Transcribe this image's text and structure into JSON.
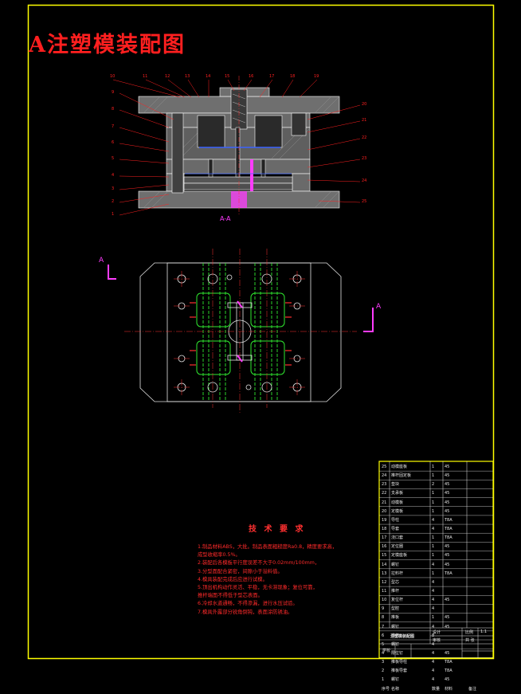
{
  "title": "A注塑模装配图",
  "section_label": "A-A",
  "section_marker": "A",
  "colors": {
    "background": "#000000",
    "border": "#ffff00",
    "red": "#ff2020",
    "magenta": "#ff3cff",
    "green": "#2fe82f",
    "white": "#e6e6e6",
    "gray": "#7a7a7a",
    "blue": "#3b63ff"
  },
  "callouts_top": [
    "10",
    "11",
    "12",
    "13",
    "14",
    "15",
    "16",
    "17",
    "18",
    "19"
  ],
  "callouts_left": [
    "9",
    "8",
    "7",
    "6",
    "5",
    "4",
    "3",
    "2",
    "1"
  ],
  "callouts_right": [
    "20",
    "21",
    "22",
    "23",
    "24",
    "25"
  ],
  "tech_requirements": {
    "heading": "技 术 要 求",
    "items": [
      "1.制品材料ABS，大批。制品表面粗糙度Ra0.8，精度要求高，",
      "  成型收缩率0.5%。",
      "2.装配后各模板平行度误差不大于0.02mm/100mm，",
      "3.分型面配合紧密，间隙小于溢料值。",
      "4.模具装配完成后应进行试模。",
      "5.顶出机构动作灵活、平稳，无卡滞现象；复位可靠，",
      "  推杆端面不得低于型芯表面。",
      "6.冷却水道通畅，不得渗漏，进行水压试验。",
      "7.模具外露部分锐角倒钝，表面涂防锈油。"
    ]
  },
  "bom": {
    "rows": [
      [
        "25",
        "动模座板",
        "1",
        "45",
        ""
      ],
      [
        "24",
        "推杆固定板",
        "1",
        "45",
        ""
      ],
      [
        "23",
        "垫块",
        "2",
        "45",
        ""
      ],
      [
        "22",
        "支承板",
        "1",
        "45",
        ""
      ],
      [
        "21",
        "动模板",
        "1",
        "45",
        ""
      ],
      [
        "20",
        "定模板",
        "1",
        "45",
        ""
      ],
      [
        "19",
        "导柱",
        "4",
        "T8A",
        ""
      ],
      [
        "18",
        "导套",
        "4",
        "T8A",
        ""
      ],
      [
        "17",
        "浇口套",
        "1",
        "T8A",
        ""
      ],
      [
        "16",
        "定位圈",
        "1",
        "45",
        ""
      ],
      [
        "15",
        "定模座板",
        "1",
        "45",
        ""
      ],
      [
        "14",
        "螺钉",
        "4",
        "45",
        ""
      ],
      [
        "13",
        "拉料杆",
        "1",
        "T8A",
        ""
      ],
      [
        "12",
        "型芯",
        "4",
        "",
        ""
      ],
      [
        "11",
        "推杆",
        "4",
        "",
        ""
      ],
      [
        "10",
        "复位杆",
        "4",
        "45",
        ""
      ],
      [
        "9",
        "型腔",
        "4",
        "",
        ""
      ],
      [
        "8",
        "推板",
        "1",
        "45",
        ""
      ],
      [
        "7",
        "螺钉",
        "4",
        "45",
        ""
      ],
      [
        "6",
        "推杆",
        "8",
        "",
        ""
      ],
      [
        "5",
        "螺钉",
        "4",
        "",
        ""
      ],
      [
        "4",
        "限位钉",
        "4",
        "45",
        ""
      ],
      [
        "3",
        "推板导柱",
        "4",
        "T8A",
        ""
      ],
      [
        "2",
        "推板导套",
        "4",
        "T8A",
        ""
      ],
      [
        "1",
        "螺钉",
        "4",
        "45",
        ""
      ]
    ],
    "header": [
      "序号",
      "名称",
      "数量",
      "材料",
      "备注"
    ],
    "title_block": {
      "drawing_name": "注塑模装配图",
      "scale_label": "比例",
      "scale": "1:1",
      "sheet_label": "共 张",
      "designer_label": "设计",
      "checker_label": "审核",
      "school_label": "学校"
    }
  }
}
